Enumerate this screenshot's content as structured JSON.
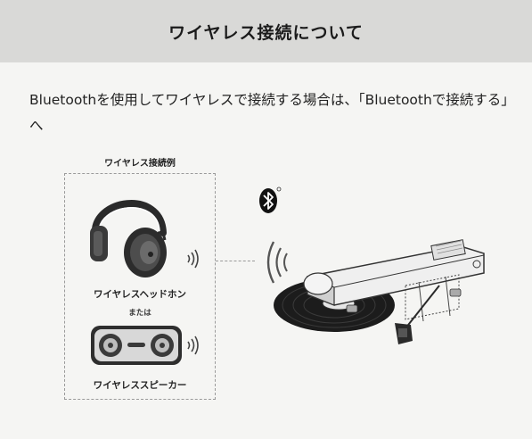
{
  "header": {
    "title": "ワイヤレス接続について"
  },
  "intro": {
    "text": "Bluetoothを使用してワイヤレスで接続する場合は、「Bluetoothで接続する」へ"
  },
  "example": {
    "caption": "ワイヤレス接続例",
    "headphone_label": "ワイヤレスヘッドホン",
    "or_label": "または",
    "speaker_label": "ワイヤレススピーカー"
  },
  "icons": {
    "bluetooth": "bluetooth-icon",
    "headphones": "headphones-icon",
    "speaker": "speaker-icon",
    "turntable": "turntable-icon",
    "waves": "sound-waves-icon"
  },
  "colors": {
    "header_band": "#d9d9d7",
    "page_background": "#f5f5f3",
    "text": "#1e1e1e"
  }
}
